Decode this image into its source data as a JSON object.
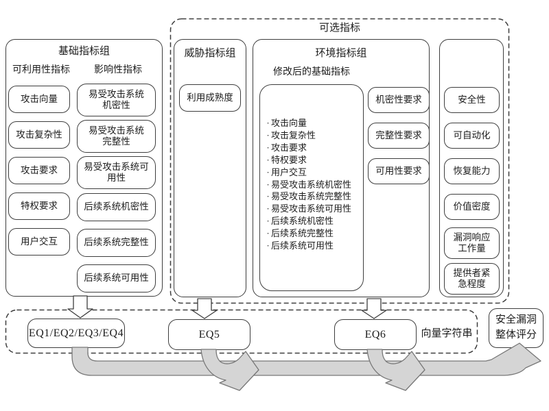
{
  "diagram": {
    "colors": {
      "stroke": "#3d3d3d",
      "text": "#1c1c1c",
      "ribbon_fill": "#d5d5d5",
      "ribbon_stroke": "#777777",
      "background": "#ffffff"
    },
    "base_group": {
      "title": "基础指标组",
      "exploitability": {
        "subtitle": "可利用性指标",
        "items": [
          "攻击向量",
          "攻击复杂性",
          "攻击要求",
          "特权要求",
          "用户交互"
        ]
      },
      "impact": {
        "subtitle": "影响性指标",
        "items": [
          "易受攻击系统\n机密性",
          "易受攻击系统\n完整性",
          "易受攻击系统可\n用性",
          "后续系统机密性",
          "后续系统完整性",
          "后续系统可用性"
        ]
      }
    },
    "optional": {
      "title": "可选指标",
      "threat_group": {
        "title": "威胁指标组",
        "item": "利用成熟度"
      },
      "environment_group": {
        "title": "环境指标组",
        "modified_base_title": "修改后的基础指标",
        "bullet_char": "·",
        "modified_base_items": [
          "攻击向量",
          "攻击复杂性",
          "攻击要求",
          "特权要求",
          "用户交互",
          "易受攻击系统机密性",
          "易受攻击系统完整性",
          "易受攻击系统可用性",
          "后续系统机密性",
          "后续系统完整性",
          "后续系统可用性"
        ],
        "requirements": [
          "机密性要求",
          "完整性要求",
          "可用性要求"
        ]
      },
      "supplemental_group": {
        "items": [
          "安全性",
          "可自动化",
          "恢复能力",
          "价值密度",
          "漏洞响应\n工作量",
          "提供者紧\n急程度"
        ]
      }
    },
    "scoring": {
      "eq1": "EQ1/EQ2/EQ3/EQ4",
      "eq5": "EQ5",
      "eq6": "EQ6",
      "vector_string": "向量字符串",
      "overall_score": "安全漏洞整体评分"
    }
  }
}
